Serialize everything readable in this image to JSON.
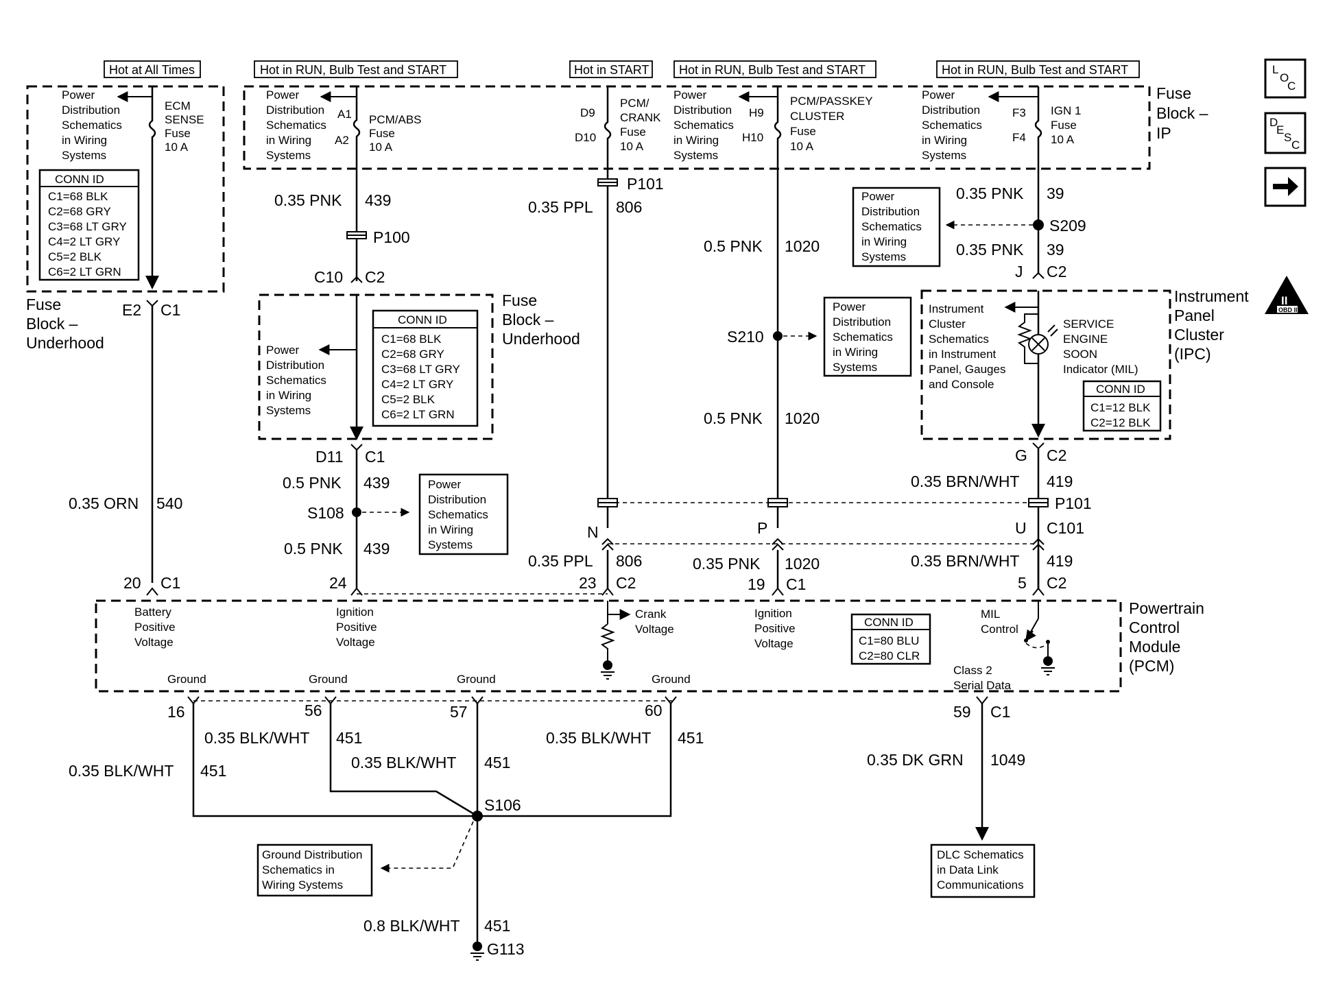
{
  "headers": {
    "h1": "Hot at All Times",
    "h2": "Hot in RUN, Bulb Test and START",
    "h3": "Hot in START",
    "h4": "Hot in RUN, Bulb Test and START",
    "h5": "Hot in RUN, Bulb Test and START"
  },
  "nav": {
    "loc": [
      "L",
      "O",
      "C"
    ],
    "desc": [
      "D",
      "E",
      "S",
      "C"
    ],
    "obd": "OBD II",
    "obd_num": "II"
  },
  "ref": {
    "power_dist": [
      "Power",
      "Distribution",
      "Schematics",
      "in Wiring",
      "Systems"
    ],
    "ground_dist": [
      "Ground Distribution",
      "Schematics in",
      "Wiring Systems"
    ],
    "dlc": [
      "DLC Schematics",
      "in Data Link",
      "Communications"
    ],
    "ipc_ref": [
      "Instrument",
      "Cluster",
      "Schematics",
      "in Instrument",
      "Panel, Gauges",
      "and Console"
    ]
  },
  "fuses": {
    "ecm": [
      "ECM",
      "SENSE",
      "Fuse",
      "10 A"
    ],
    "pcm_abs": [
      "PCM/ABS",
      "Fuse",
      "10 A"
    ],
    "pcm_crank": [
      "PCM/",
      "CRANK",
      "Fuse",
      "10 A"
    ],
    "passkey": [
      "PCM/PASSKEY",
      "CLUSTER",
      "Fuse",
      "10 A"
    ],
    "ign1": [
      "IGN 1",
      "Fuse",
      "10 A"
    ]
  },
  "fuse_pins": {
    "a1": "A1",
    "a2": "A2",
    "d9": "D9",
    "d10": "D10",
    "h9": "H9",
    "h10": "H10",
    "f3": "F3",
    "f4": "F4"
  },
  "blocks": {
    "fuse_ip": [
      "Fuse",
      "Block –",
      "IP"
    ],
    "fuse_underhood": [
      "Fuse",
      "Block –",
      "Underhood"
    ],
    "ipc": [
      "Instrument",
      "Panel",
      "Cluster",
      "(IPC)"
    ],
    "pcm": [
      "Powertrain",
      "Control",
      "Module",
      "(PCM)"
    ]
  },
  "conn_underhood": {
    "title": "CONN ID",
    "rows": [
      "C1=68 BLK",
      "C2=68 GRY",
      "C3=68 LT GRY",
      "C4=2 LT GRY",
      "C5=2 BLK",
      "C6=2 LT GRN"
    ]
  },
  "conn_ipc": {
    "title": "CONN ID",
    "rows": [
      "C1=12 BLK",
      "C2=12 BLK"
    ]
  },
  "conn_pcm": {
    "title": "CONN ID",
    "rows": [
      "C1=80 BLU",
      "C2=80 CLR"
    ]
  },
  "lamp": [
    "SERVICE",
    "ENGINE",
    "SOON",
    "Indicator (MIL)"
  ],
  "pcm_inputs": {
    "battery": [
      "Battery",
      "Positive",
      "Voltage"
    ],
    "ignition1": [
      "Ignition",
      "Positive",
      "Voltage"
    ],
    "crank": [
      "Crank",
      "Voltage"
    ],
    "ignition2": [
      "Ignition",
      "Positive",
      "Voltage"
    ],
    "mil": [
      "MIL",
      "Control"
    ],
    "class2": [
      "Class 2",
      "Serial Data"
    ],
    "ground": "Ground"
  },
  "pins": {
    "e2": "E2",
    "c1": "C1",
    "c2": "C2",
    "c10": "C10",
    "d11": "D11",
    "j": "J",
    "g": "G",
    "n": "N",
    "p": "P",
    "u": "U",
    "c101": "C101",
    "p20": "20",
    "p24": "24",
    "p23": "23",
    "p19": "19",
    "p5": "5",
    "p16": "16",
    "p56": "56",
    "p57": "57",
    "p60": "60",
    "p59": "59"
  },
  "splices": {
    "p100": "P100",
    "p101": "P101",
    "s108": "S108",
    "s209": "S209",
    "s210": "S210",
    "s106": "S106",
    "g113": "G113"
  },
  "wires": {
    "orn": "0.35 ORN",
    "c540": "540",
    "pnk035": "0.35 PNK",
    "pnk05": "0.5 PNK",
    "c439": "439",
    "ppl": "0.35 PPL",
    "c806": "806",
    "c1020": "1020",
    "c39": "39",
    "brnwht": "0.35 BRN/WHT",
    "c419": "419",
    "blkwht": "0.35 BLK/WHT",
    "blkwht08": "0.8 BLK/WHT",
    "c451": "451",
    "dkgrn": "0.35 DK GRN",
    "c1049": "1049"
  }
}
